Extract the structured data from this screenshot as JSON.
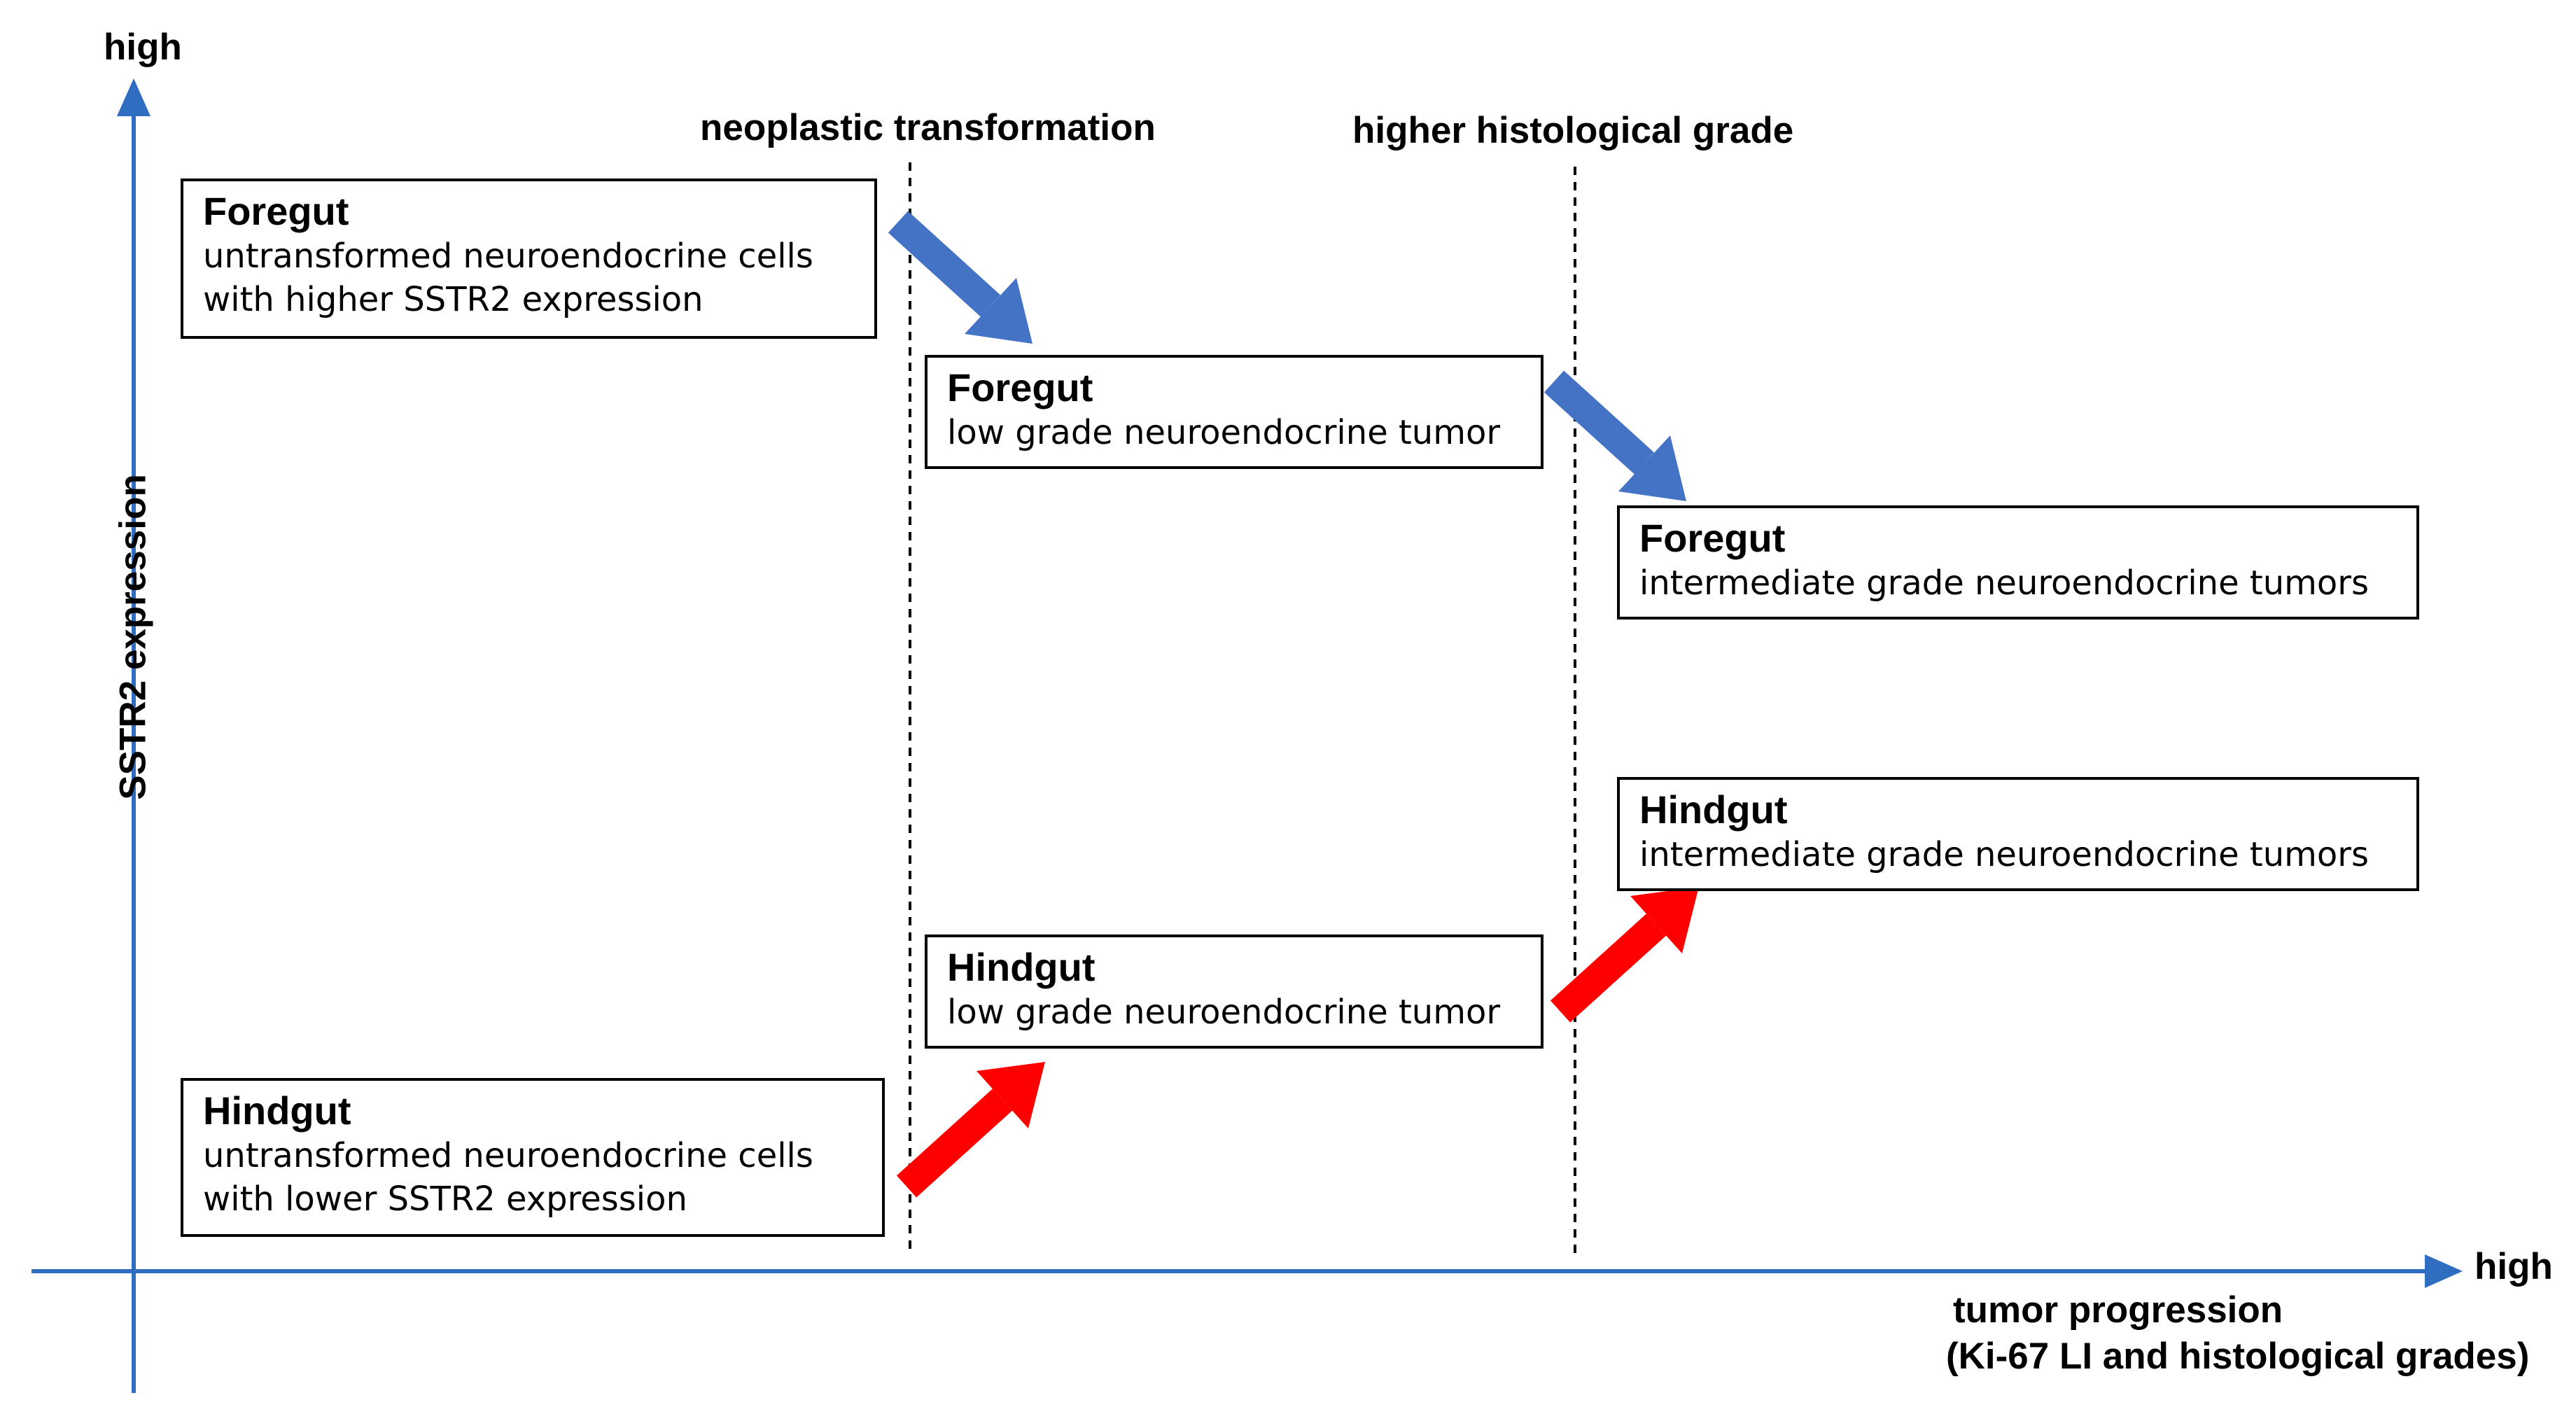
{
  "axes": {
    "y_high": "high",
    "x_high": "high",
    "y_title": "SSTR2 expression",
    "x_title_line1": "tumor progression",
    "x_title_line2": "(Ki-67 LI and histological grades)",
    "axis_color": "#2e6dc0"
  },
  "thresholds": {
    "neoplastic": "neoplastic transformation",
    "histological": "higher histological grade"
  },
  "boxes": {
    "foregut_untransformed": {
      "title": "Foregut",
      "line1": "untransformed neuroendocrine cells",
      "line2": "with higher SSTR2 expression"
    },
    "foregut_low": {
      "title": "Foregut",
      "line1": "low grade neuroendocrine tumor"
    },
    "foregut_intermediate": {
      "title": "Foregut",
      "line1": "intermediate grade neuroendocrine tumors"
    },
    "hindgut_intermediate": {
      "title": "Hindgut",
      "line1": "intermediate grade neuroendocrine tumors"
    },
    "hindgut_low": {
      "title": "Hindgut",
      "line1": "low grade neuroendocrine tumor"
    },
    "hindgut_untransformed": {
      "title": "Hindgut",
      "line1": "untransformed neuroendocrine cells",
      "line2": "with lower SSTR2 expression"
    }
  },
  "colors": {
    "foregut_arrow": "#4472c4",
    "hindgut_arrow": "#ff0000"
  }
}
